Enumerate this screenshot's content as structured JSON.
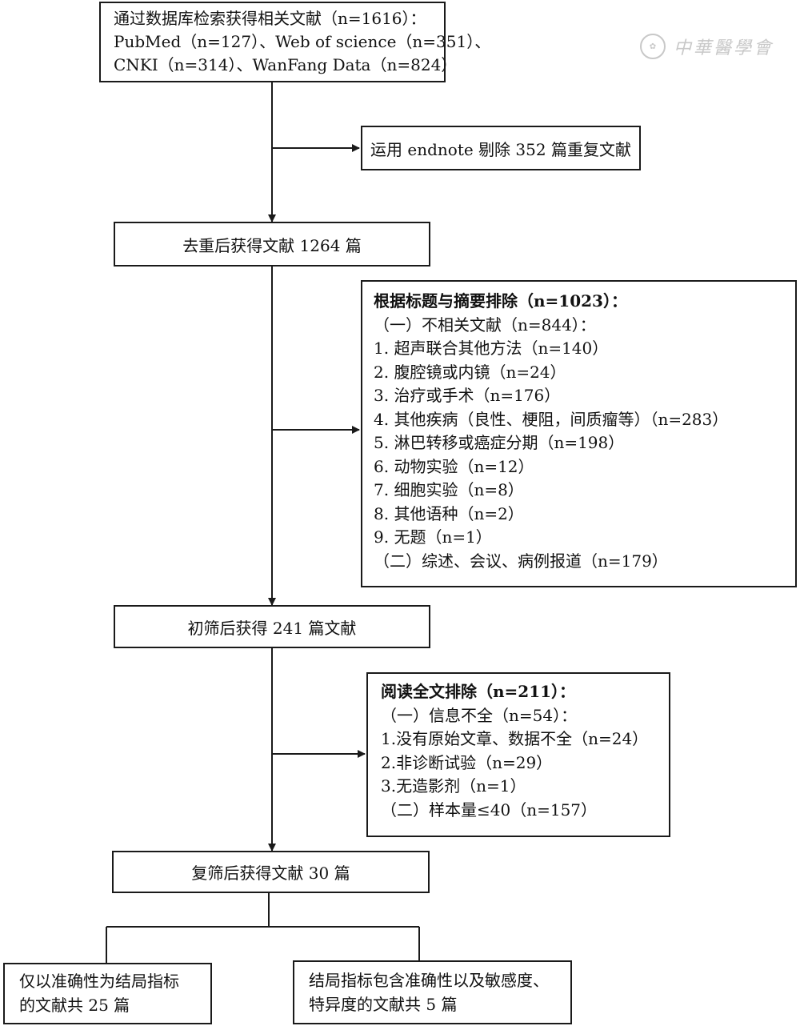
{
  "watermark": {
    "text": "中華醫學會"
  },
  "boxes": {
    "search": {
      "lines": [
        "通过数据库检索获得相关文献（n=1616）：",
        "PubMed（n=127）、Web of science（n=351）、",
        "CNKI（n=314）、WanFang Data（n=824）"
      ]
    },
    "duplicates": {
      "text": "运用 endnote 剔除 352 篇重复文献"
    },
    "after_dedup": {
      "text": "去重后获得文献 1264 篇"
    },
    "title_abstract_exclusion": {
      "heading": "根据标题与摘要排除（n=1023）：",
      "items": [
        "（一）不相关文献（n=844）：",
        "1.  超声联合其他方法（n=140）",
        "2.  腹腔镜或内镜（n=24）",
        "3.  治疗或手术（n=176）",
        "4.  其他疾病（良性、梗阻，间质瘤等）（n=283）",
        "5.  淋巴转移或癌症分期（n=198）",
        "6.  动物实验（n=12）",
        "7.  细胞实验（n=8）",
        "8.  其他语种（n=2）",
        "9.  无题（n=1）",
        "（二）综述、会议、病例报道（n=179）"
      ]
    },
    "initial_screen": {
      "text": "初筛后获得 241 篇文献"
    },
    "fulltext_exclusion": {
      "heading": "阅读全文排除（n=211）：",
      "items": [
        "（一）信息不全（n=54）：",
        "1.没有原始文章、数据不全（n=24）",
        "2.非诊断试验（n=29）",
        "3.无造影剂（n=1）",
        "（二）样本量≤40（n=157）"
      ]
    },
    "final_screen": {
      "text": "复筛后获得文献 30 篇"
    },
    "accuracy_only": {
      "lines": [
        "仅以准确性为结局指标",
        "的文献共 25 篇"
      ]
    },
    "accuracy_plus": {
      "lines": [
        "结局指标包含准确性以及敏感度、",
        "特异度的文献共 5 篇"
      ]
    }
  }
}
